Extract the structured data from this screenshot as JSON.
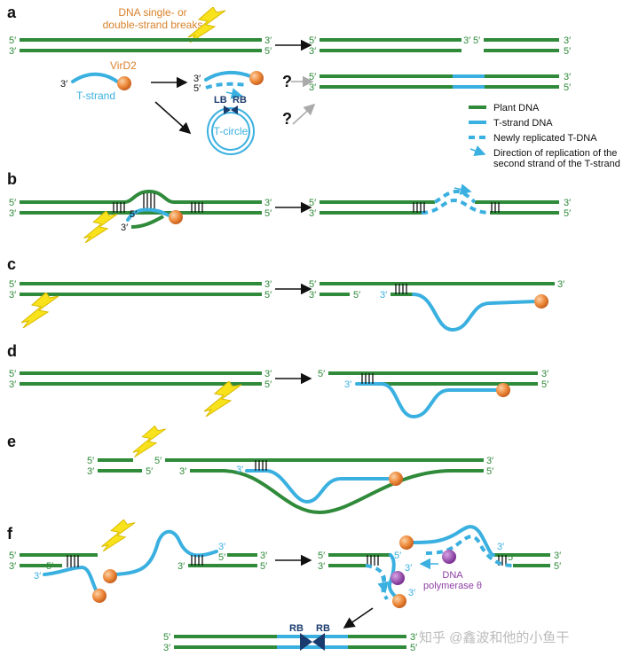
{
  "panel_labels": [
    "a",
    "b",
    "c",
    "d",
    "e",
    "f"
  ],
  "ends": {
    "five": "5′",
    "three": "3′"
  },
  "panel_a": {
    "break_label_line1": "DNA single- or",
    "break_label_line2": "double-strand breaks",
    "virD2": "VirD2",
    "t_strand": "T-strand",
    "lb": "LB",
    "rb": "RB",
    "t_circle": "T-circle",
    "question": "?"
  },
  "legend": [
    {
      "label": "Plant DNA",
      "style": "plant"
    },
    {
      "label": "T-strand DNA",
      "style": "tdna"
    },
    {
      "label": "Newly replicated T-DNA",
      "style": "dashed"
    },
    {
      "label_line1": "Direction of replication of the",
      "label_line2": "second strand of the T-strand",
      "style": "arrow"
    }
  ],
  "panel_f": {
    "polymerase_line1": "DNA",
    "polymerase_line2": "polymerase θ",
    "rb_left": "RB",
    "rb_right": "RB"
  },
  "watermark": "知乎 @鑫波和他的小鱼干",
  "colors": {
    "plant": "#2f8a3a",
    "tdna": "#3ab0e0",
    "virD2": "#e8823a",
    "lightning": "#f7e21b",
    "polymerase": "#8e3fa4",
    "border": "#1a3b6e"
  }
}
